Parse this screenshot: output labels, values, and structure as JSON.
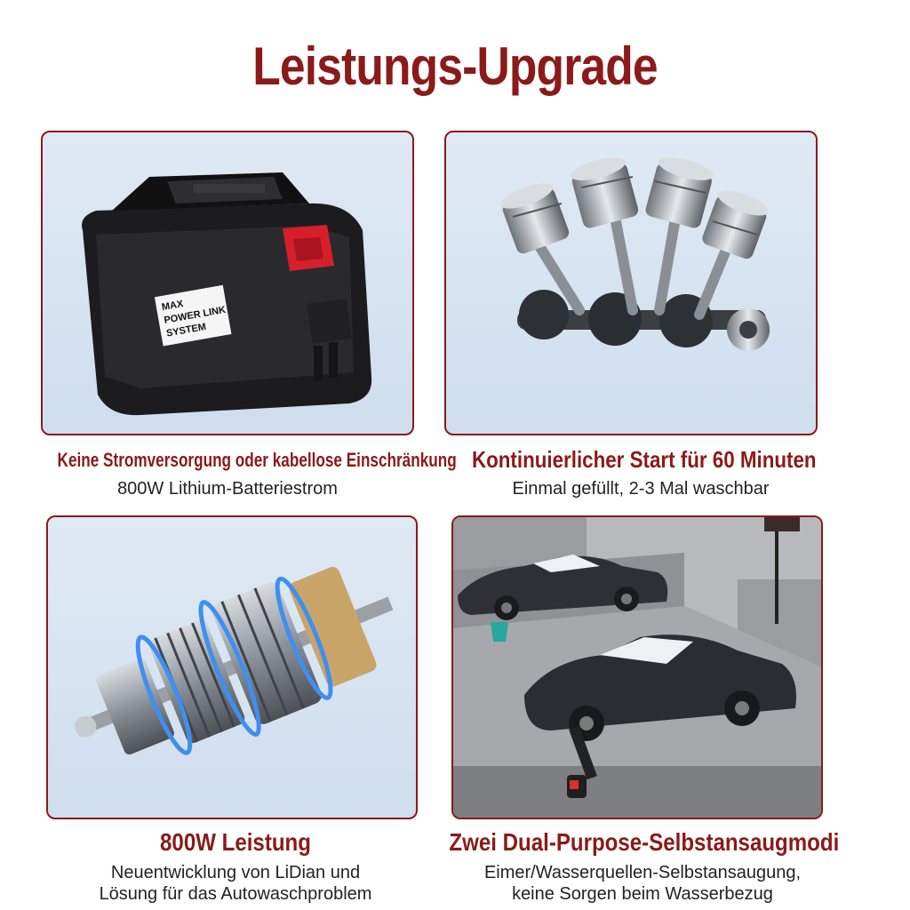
{
  "title": "Leistungs-Upgrade",
  "battery_label": [
    "MAX",
    "POWER LINK",
    "SYSTEM"
  ],
  "features": [
    {
      "heading": "Keine Stromversorgung oder kabellose Einschränkung",
      "sub": [
        "800W Lithium-Batteriestrom"
      ],
      "image": "battery-pack"
    },
    {
      "heading": "Kontinuierlicher Start für 60 Minuten",
      "sub": [
        "Einmal gefüllt, 2-3 Mal waschbar"
      ],
      "image": "engine-pistons"
    },
    {
      "heading": "800W Leistung",
      "sub": [
        "Neuentwicklung von LiDian und",
        "Lösung für das Autowaschproblem"
      ],
      "image": "motor-cutaway"
    },
    {
      "heading": "Zwei Dual-Purpose-Selbstansaugmodi",
      "sub": [
        "Eimer/Wasserquellen-Selbstansaugung,",
        "keine Sorgen beim Wasserbezug"
      ],
      "image": "car-wash-scene"
    }
  ],
  "colors": {
    "accent": "#8b1a1a",
    "panel_bg": "#dfe9f4",
    "text": "#222222"
  }
}
